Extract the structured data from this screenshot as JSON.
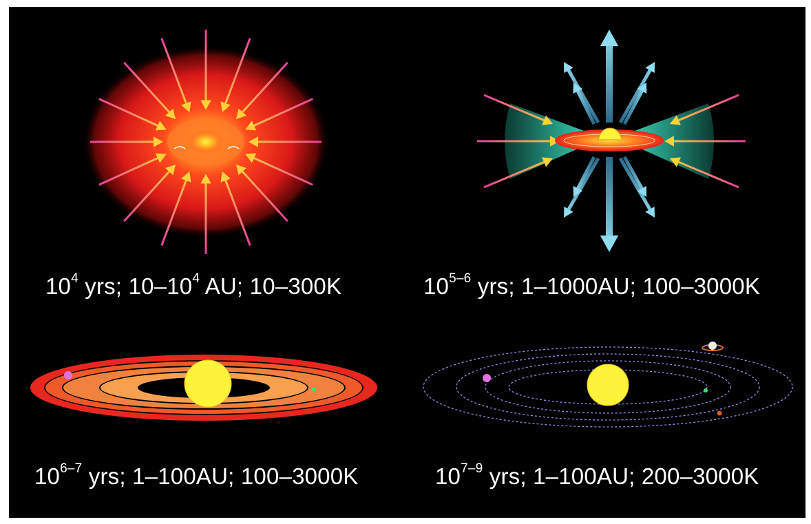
{
  "stages": [
    {
      "id": "collapse",
      "label_base": "10",
      "label_exp": "4",
      "label_rest": " yrs; 10–10",
      "label_exp2": "4",
      "label_rest2": " AU; 10–300K"
    },
    {
      "id": "outflow",
      "label_base": "10",
      "label_exp": "5–6",
      "label_rest": " yrs; 1–1000AU; 100–3000K"
    },
    {
      "id": "disk",
      "label_base": "10",
      "label_exp": "6–7",
      "label_rest": " yrs; 1–100AU; 100–3000K"
    },
    {
      "id": "planetary",
      "label_base": "10",
      "label_exp": "7–9",
      "label_rest": " yrs; 1–100AU; 200–3000K"
    }
  ],
  "colors": {
    "background": "#000000",
    "star": "#fff23a",
    "infall_outer": "#e6409a",
    "infall_inner": "#ffd23a",
    "outflow": "#8fdcf0",
    "envelope": "#3fe0c0",
    "disk_red": "#e8281e",
    "disk_orange": "#f6a050",
    "orbit": "#8f8ff0",
    "planet_pink": "#e070e0",
    "planet_green": "#3fe070",
    "planet_orange": "#e05a20"
  }
}
